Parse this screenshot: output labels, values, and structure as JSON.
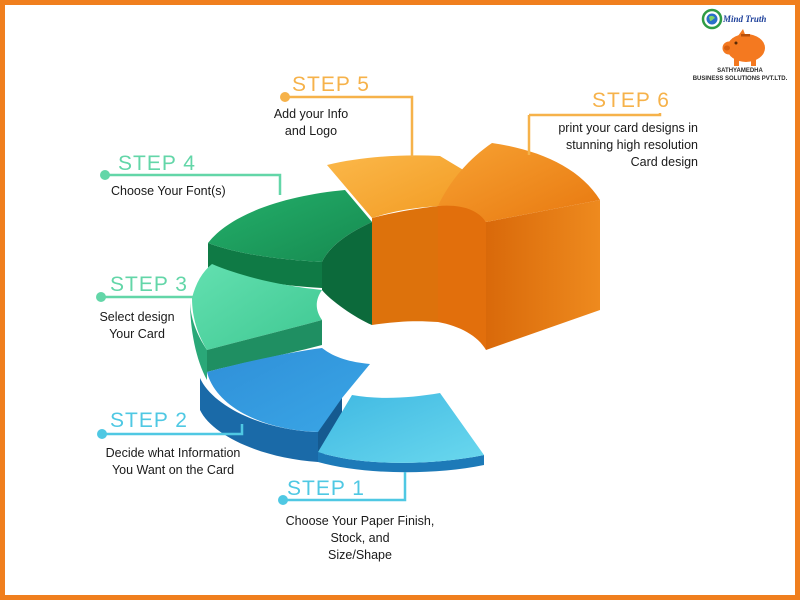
{
  "colors": {
    "border": "#f07f1e",
    "step1": "#4fc8e3",
    "step2": "#2e8dd4",
    "step3": "#4fd4a0",
    "step4": "#1fa05e",
    "step5": "#f6a52b",
    "step6": "#ee7a0f"
  },
  "logo": {
    "icon": "piggy-bank-icon",
    "title": "Mind Truth",
    "subtitle_line1": "SATHYAMEDHA",
    "subtitle_line2": "BUSINESS SOLUTIONS PVT.LTD."
  },
  "steps": [
    {
      "title": "STEP 1",
      "lines": [
        "Choose Your Paper Finish,",
        "Stock, and",
        "Size/Shape"
      ]
    },
    {
      "title": "STEP 2",
      "lines": [
        "Decide what Information",
        "You Want on the Card"
      ]
    },
    {
      "title": "STEP 3",
      "lines": [
        "Select design",
        "Your Card"
      ]
    },
    {
      "title": "STEP 4",
      "lines": [
        "Choose Your Font(s)"
      ]
    },
    {
      "title": "STEP 5",
      "lines": [
        "Add your Info",
        "and Logo"
      ]
    },
    {
      "title": "STEP 6",
      "lines": [
        "print your card designs in",
        "stunning high resolution",
        "Card design"
      ]
    }
  ]
}
